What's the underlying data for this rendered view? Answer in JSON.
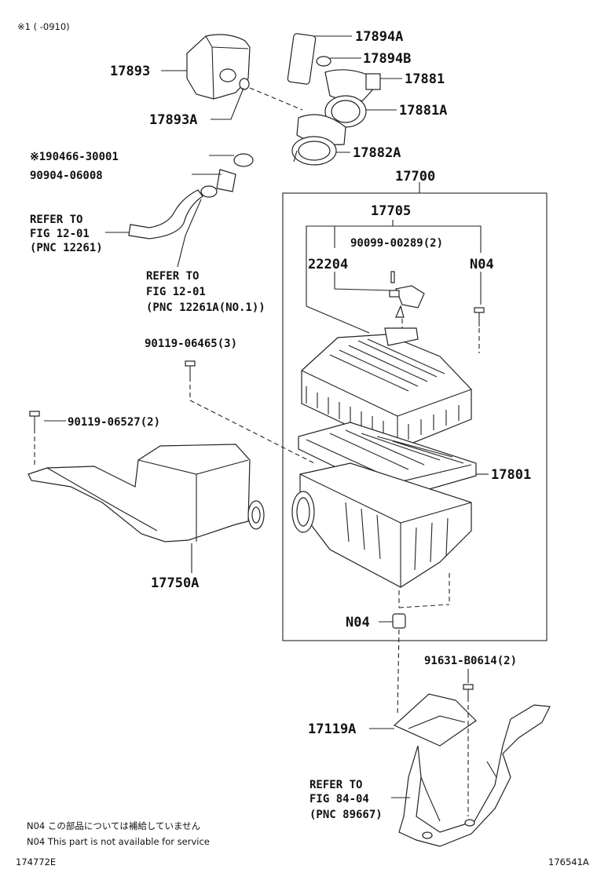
{
  "header_note": "※1 (    -0910)",
  "parts": {
    "p17893": "17893",
    "p17893a": "17893A",
    "p17894a": "17894A",
    "p17894b": "17894B",
    "p17881": "17881",
    "p17881a": "17881A",
    "p17882a": "17882A",
    "p190466": "※190466-30001",
    "p90904": "90904-06008",
    "p17700": "17700",
    "p17705": "17705",
    "p90099": "90099-00289(2)",
    "p22204": "22204",
    "n04_top": "N04",
    "p90119_06465": "90119-06465(3)",
    "p90119_06527": "90119-06527(2)",
    "p17801": "17801",
    "p17750a": "17750A",
    "n04_bottom": "N04",
    "p91631": "91631-B0614(2)",
    "p17119a": "17119A"
  },
  "refers": {
    "r1": {
      "line1": "REFER TO",
      "line2": "FIG 12-01",
      "line3": "(PNC 12261)"
    },
    "r2": {
      "line1": "REFER TO",
      "line2": "FIG 12-01",
      "line3": "(PNC 12261A(NO.1))"
    },
    "r3": {
      "line1": "REFER TO",
      "line2": "FIG 84-04",
      "line3": "(PNC 89667)"
    }
  },
  "footnotes": {
    "jp": "N04 この部品については補給していません",
    "en": "N04 This part is not available for service"
  },
  "footer": {
    "left_code": "174772E",
    "right_code": "176541A"
  }
}
